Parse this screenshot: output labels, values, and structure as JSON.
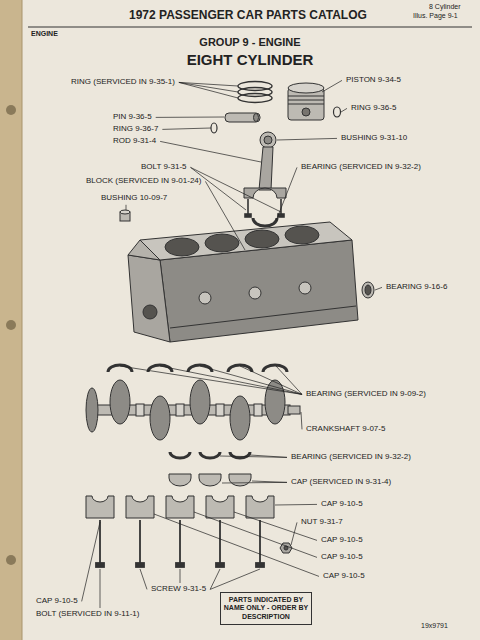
{
  "diagram": {
    "title": "1972 PASSENGER CAR PARTS CATALOG",
    "nodes": [
      {
        "text": [
          "PARTS INDICATED BY NAME ONLY - ORDER BY DESCRIPTION"
        ]
      }
    ],
    "labels": [
      "8 Cylinder",
      "Illus. Page 9-1",
      "ENGINE",
      "GROUP 9 - ENGINE",
      "EIGHT CYLINDER",
      "RING (SERVICED IN 9-35-1)",
      "PISTON 9-34-5",
      "PIN 9-36-5",
      "RING 9-36-5",
      "RING 9-36-7",
      "ROD 9-31-4",
      "BUSHING 9-31-10",
      "BOLT 9-31-5",
      "BEARING (SERVICED IN 9-32-2)",
      "BLOCK (SERVICED IN 9-01-24)",
      "BUSHING 10-09-7",
      "BEARING 9-16-6",
      "BEARING (SERVICED IN 9-09-2)",
      "CRANKSHAFT 9-07-5",
      "BEARING (SERVICED IN 9-32-2)",
      "CAP (SERVICED IN 9-31-4)",
      "CAP 9-10-5",
      "NUT 9-31-7",
      "CAP 9-10-5",
      "CAP 9-10-5",
      "CAP 9-10-5",
      "SCREW 9-31-5",
      "CAP 9-10-5",
      "BOLT (SERVICED IN 9-11-1)",
      "19x9791"
    ]
  }
}
